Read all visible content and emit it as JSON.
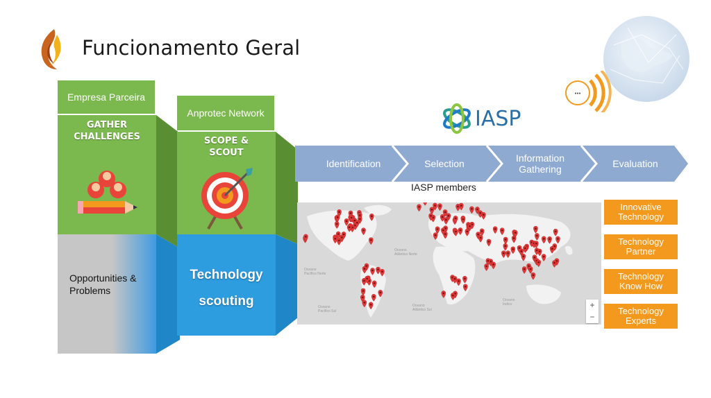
{
  "title": "Funcionamento Geral",
  "column1": {
    "header": "Empresa Parceira",
    "task_line1": "GATHER",
    "task_line2": "CHALLENGES",
    "bottom_text": "Opportunities & Problems"
  },
  "column2": {
    "header": "Anprotec Network",
    "task_line1": "SCOPE &",
    "task_line2": "SCOUT",
    "bottom_line1": "Technology",
    "bottom_line2": "scouting"
  },
  "iasp_logo_text": "IASP",
  "process_steps": [
    "Identification",
    "Selection",
    "Information Gathering",
    "Evaluation"
  ],
  "map_title": "IASP members",
  "map_zoom": {
    "plus": "+",
    "minus": "−"
  },
  "outputs": [
    "Innovative Technology",
    "Technology Partner",
    "Technology Know How",
    "Technology Experts"
  ],
  "colors": {
    "green": "#7bb84d",
    "green_dark": "#5a8e33",
    "blue": "#2e9de0",
    "blue_dark": "#1f86c8",
    "chevron": "#8faad0",
    "orange": "#f39a1e",
    "pin": "#e03a3a"
  },
  "icons": [
    "flame-logo-icon",
    "students-pencil-icon",
    "target-arrow-icon",
    "wifi-signal-icon",
    "globe-icon"
  ]
}
